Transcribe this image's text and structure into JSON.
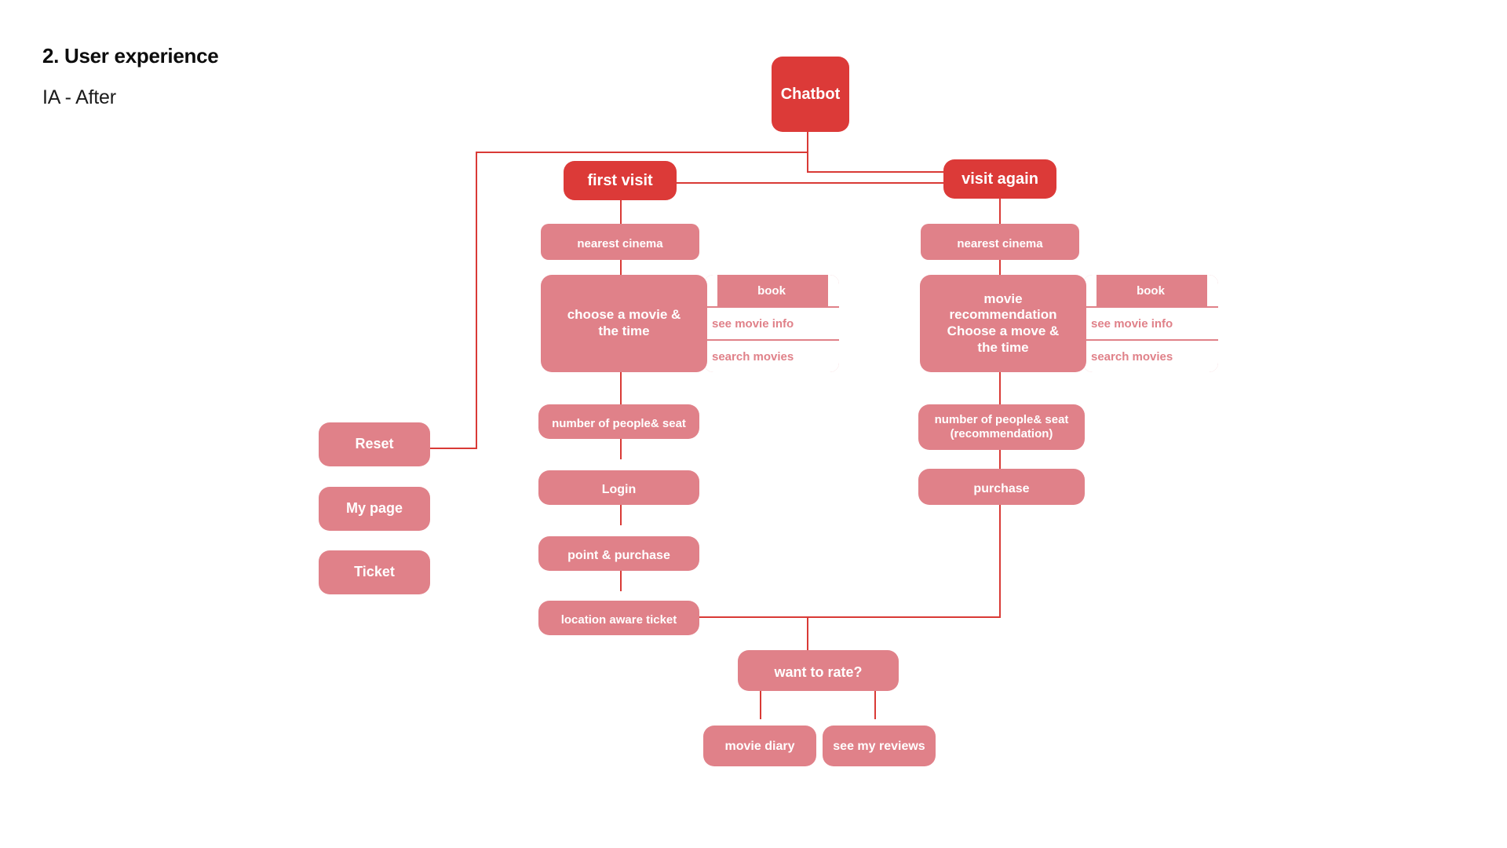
{
  "header": {
    "title": "2. User experience",
    "subtitle": "IA - After"
  },
  "colors": {
    "primary_dark": "#dc3a38",
    "primary_light": "#e08189",
    "connector": "#d93a36",
    "background": "#ffffff",
    "heading_text": "#0d0d0d"
  },
  "diagram": {
    "root": {
      "label": "Chatbot"
    },
    "branches": [
      {
        "label": "first visit"
      },
      {
        "label": "visit again"
      }
    ],
    "standalone": [
      {
        "label": "Reset"
      },
      {
        "label": "My page"
      },
      {
        "label": "Ticket"
      }
    ],
    "first_visit_flow": [
      {
        "label": "nearest cinema"
      },
      {
        "label": "choose a movie &\nthe time"
      },
      {
        "label": "number of people& seat"
      },
      {
        "label": "Login"
      },
      {
        "label": "point & purchase"
      },
      {
        "label": "location aware ticket"
      }
    ],
    "first_visit_sub": [
      {
        "label": "book",
        "style": "filled"
      },
      {
        "label": "see movie info",
        "style": "plain"
      },
      {
        "label": "search movies",
        "style": "plain"
      }
    ],
    "visit_again_flow": [
      {
        "label": "nearest cinema"
      },
      {
        "label": "movie\nrecommendation\nChoose a move &\nthe time"
      },
      {
        "label": "number of people& seat\n(recommendation)"
      },
      {
        "label": "purchase"
      }
    ],
    "visit_again_sub": [
      {
        "label": "book",
        "style": "filled"
      },
      {
        "label": "see movie info",
        "style": "plain"
      },
      {
        "label": "search movies",
        "style": "plain"
      }
    ],
    "rating": {
      "question": {
        "label": "want to rate?"
      },
      "options": [
        {
          "label": "movie diary"
        },
        {
          "label": "see my reviews"
        }
      ]
    }
  }
}
